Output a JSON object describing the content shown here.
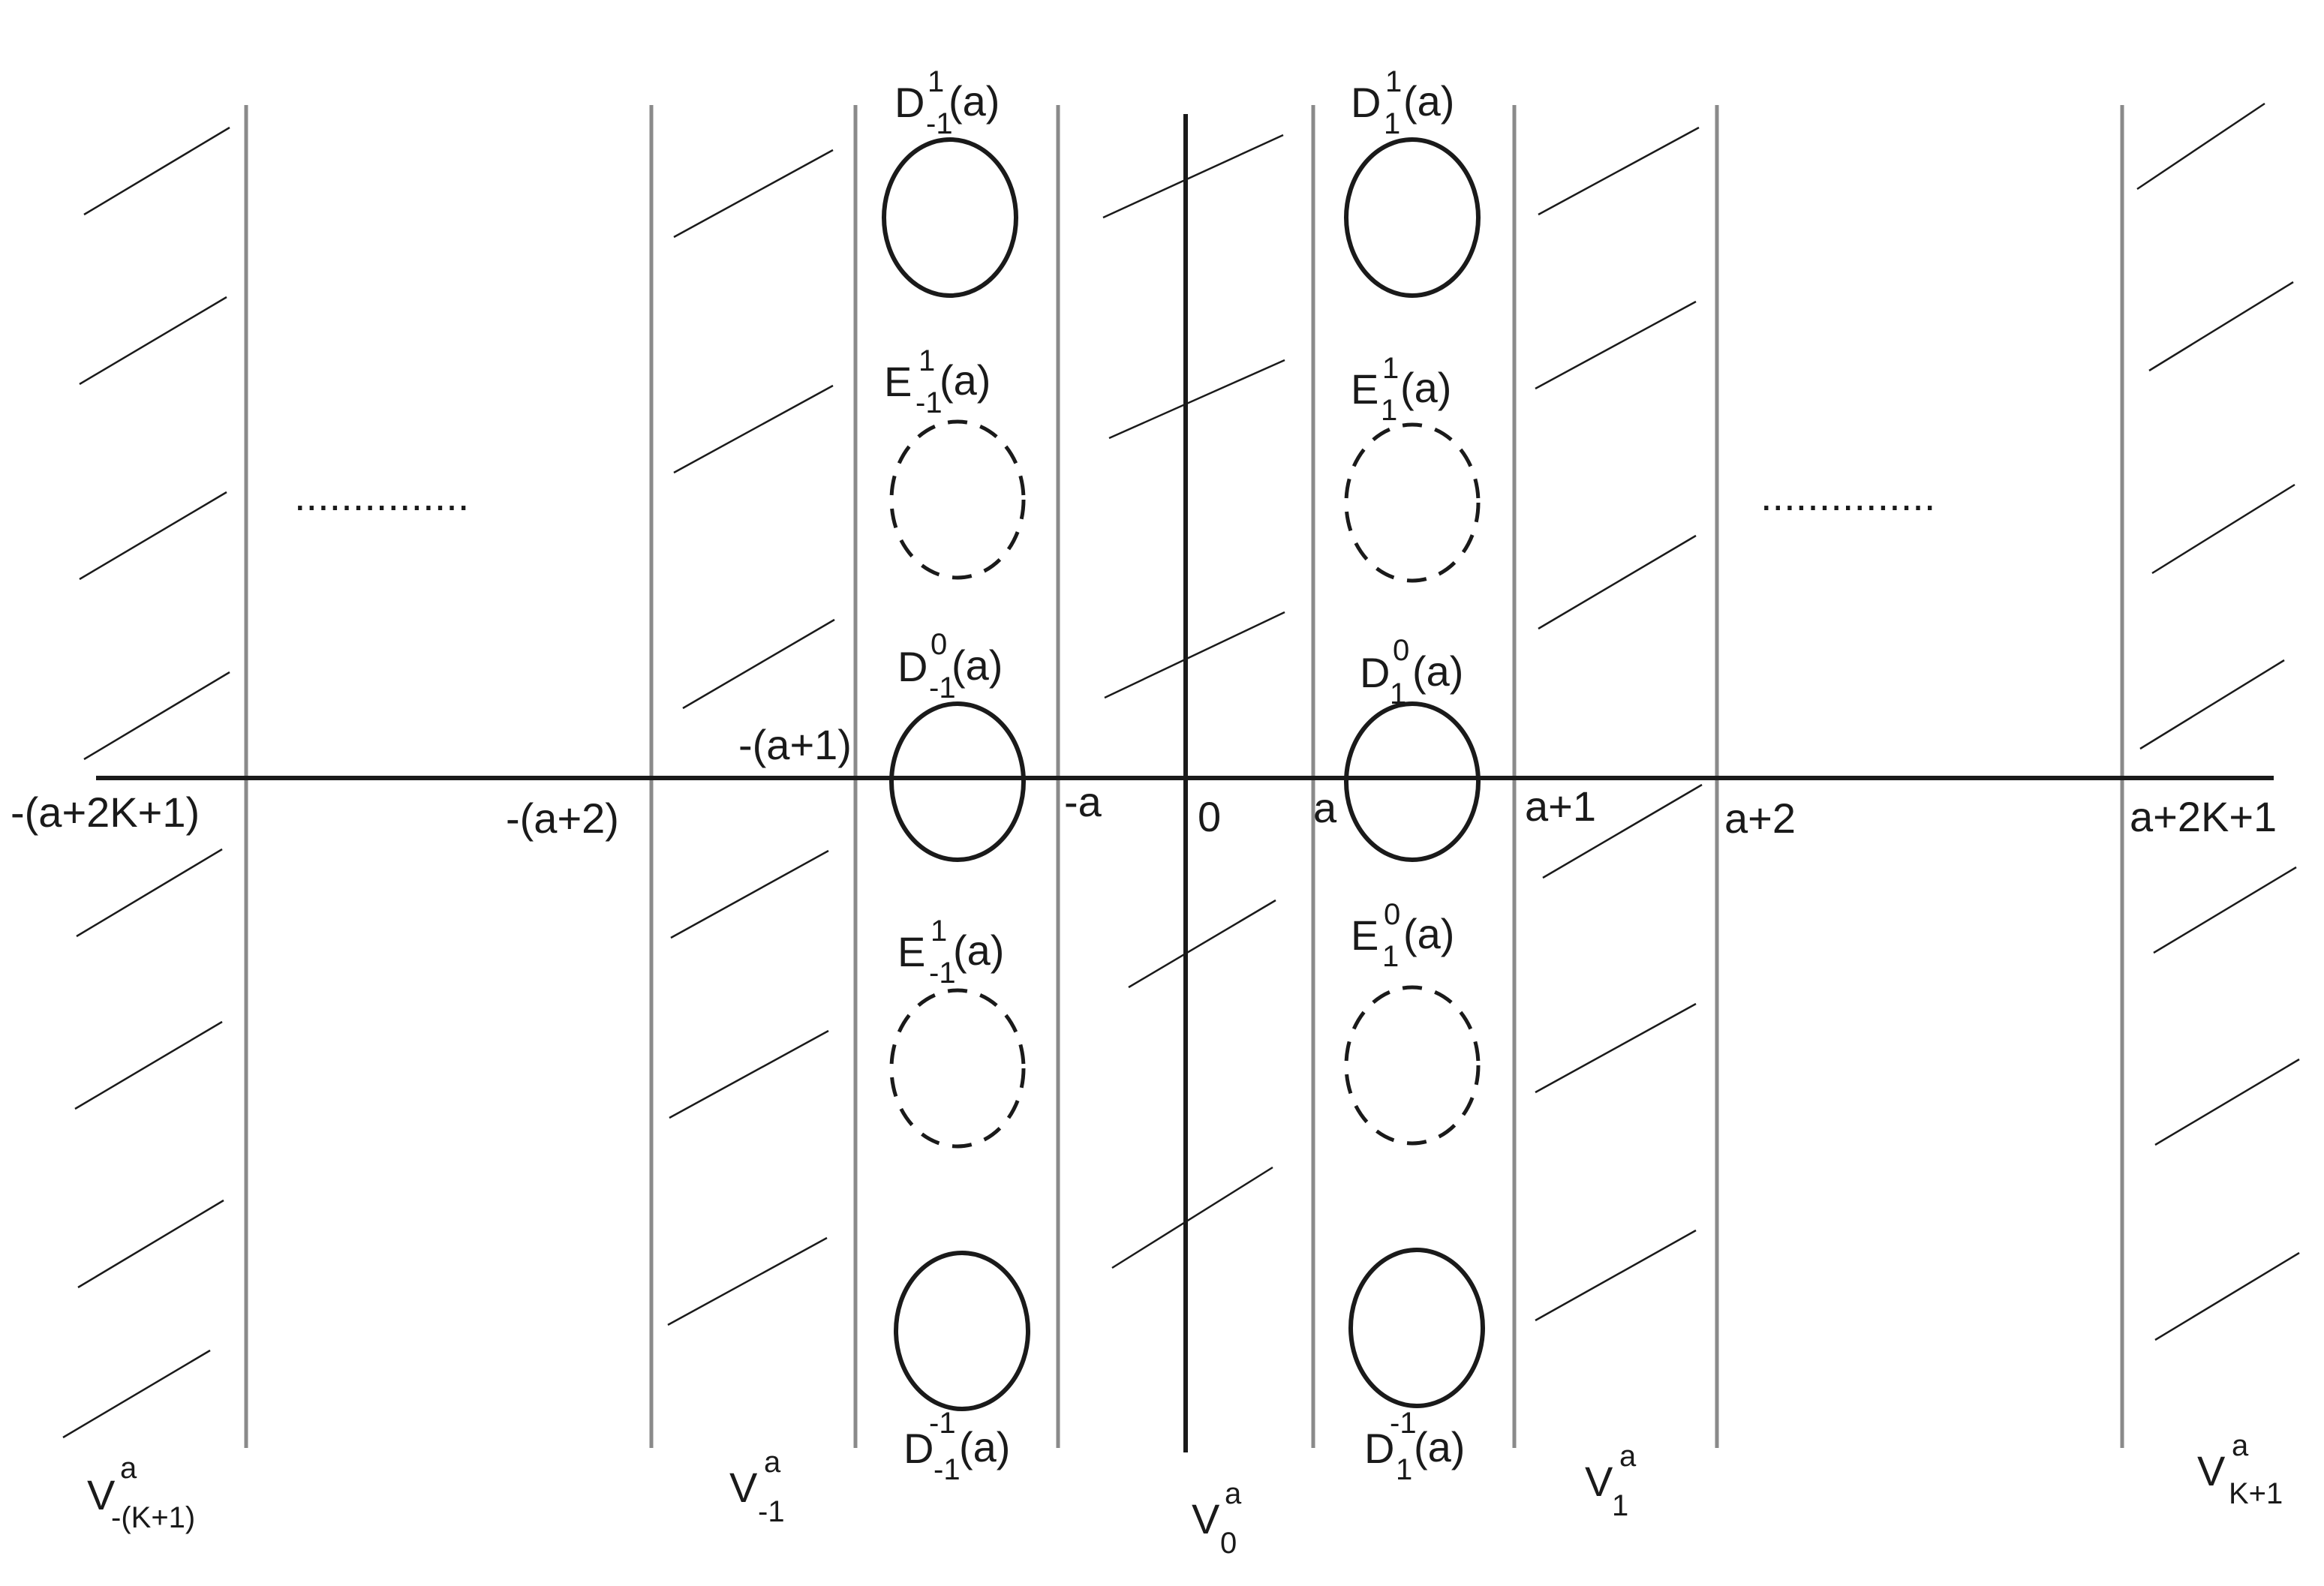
{
  "axis_labels": {
    "neg_a_2K_1": "-(a+2K+1)",
    "neg_a_2": "-(a+2)",
    "neg_a_1": "-(a+1)",
    "neg_a": "-a",
    "zero": "0",
    "a": "a",
    "a_1": "a+1",
    "a_2": "a+2",
    "a_2K_1": "a+2K+1"
  },
  "ellipsis": "...............",
  "disk_labels": {
    "D_m1_1": {
      "base": "D",
      "sup": "1",
      "sub": "-1",
      "arg": "(a)"
    },
    "D_1_1": {
      "base": "D",
      "sup": "1",
      "sub": "1",
      "arg": "(a)"
    },
    "E_m1_1": {
      "base": "E",
      "sup": "1",
      "sub": "-1",
      "arg": "(a)"
    },
    "E_1_1": {
      "base": "E",
      "sup": "1",
      "sub": "1",
      "arg": "(a)"
    },
    "D_m1_0": {
      "base": "D",
      "sup": "0",
      "sub": "-1",
      "arg": "(a)"
    },
    "D_1_0": {
      "base": "D",
      "sup": "0",
      "sub": "1",
      "arg": "(a)"
    },
    "E_m1_b": {
      "base": "E",
      "sup": "1",
      "sub": "-1",
      "arg": "(a)"
    },
    "E_1_0": {
      "base": "E",
      "sup": "0",
      "sub": "1",
      "arg": "(a)"
    },
    "D_m1_m1": {
      "base": "D",
      "sup": "-1",
      "sub": "-1",
      "arg": "(a)"
    },
    "D_1_m1": {
      "base": "D",
      "sup": "-1",
      "sub": "1",
      "arg": "(a)"
    }
  },
  "region_labels": {
    "V_mK1": {
      "base": "V",
      "sup": "a",
      "sub": "-(K+1)"
    },
    "V_m1": {
      "base": "V",
      "sup": "a",
      "sub": "-1"
    },
    "V_0": {
      "base": "V",
      "sup": "a",
      "sub": "0"
    },
    "V_1": {
      "base": "V",
      "sup": "a",
      "sub": "1"
    },
    "V_K1": {
      "base": "V",
      "sup": "a",
      "sub": "K+1"
    }
  },
  "colors": {
    "ink": "#1a1a1a",
    "boundary_gray": "#8a8a8a"
  }
}
